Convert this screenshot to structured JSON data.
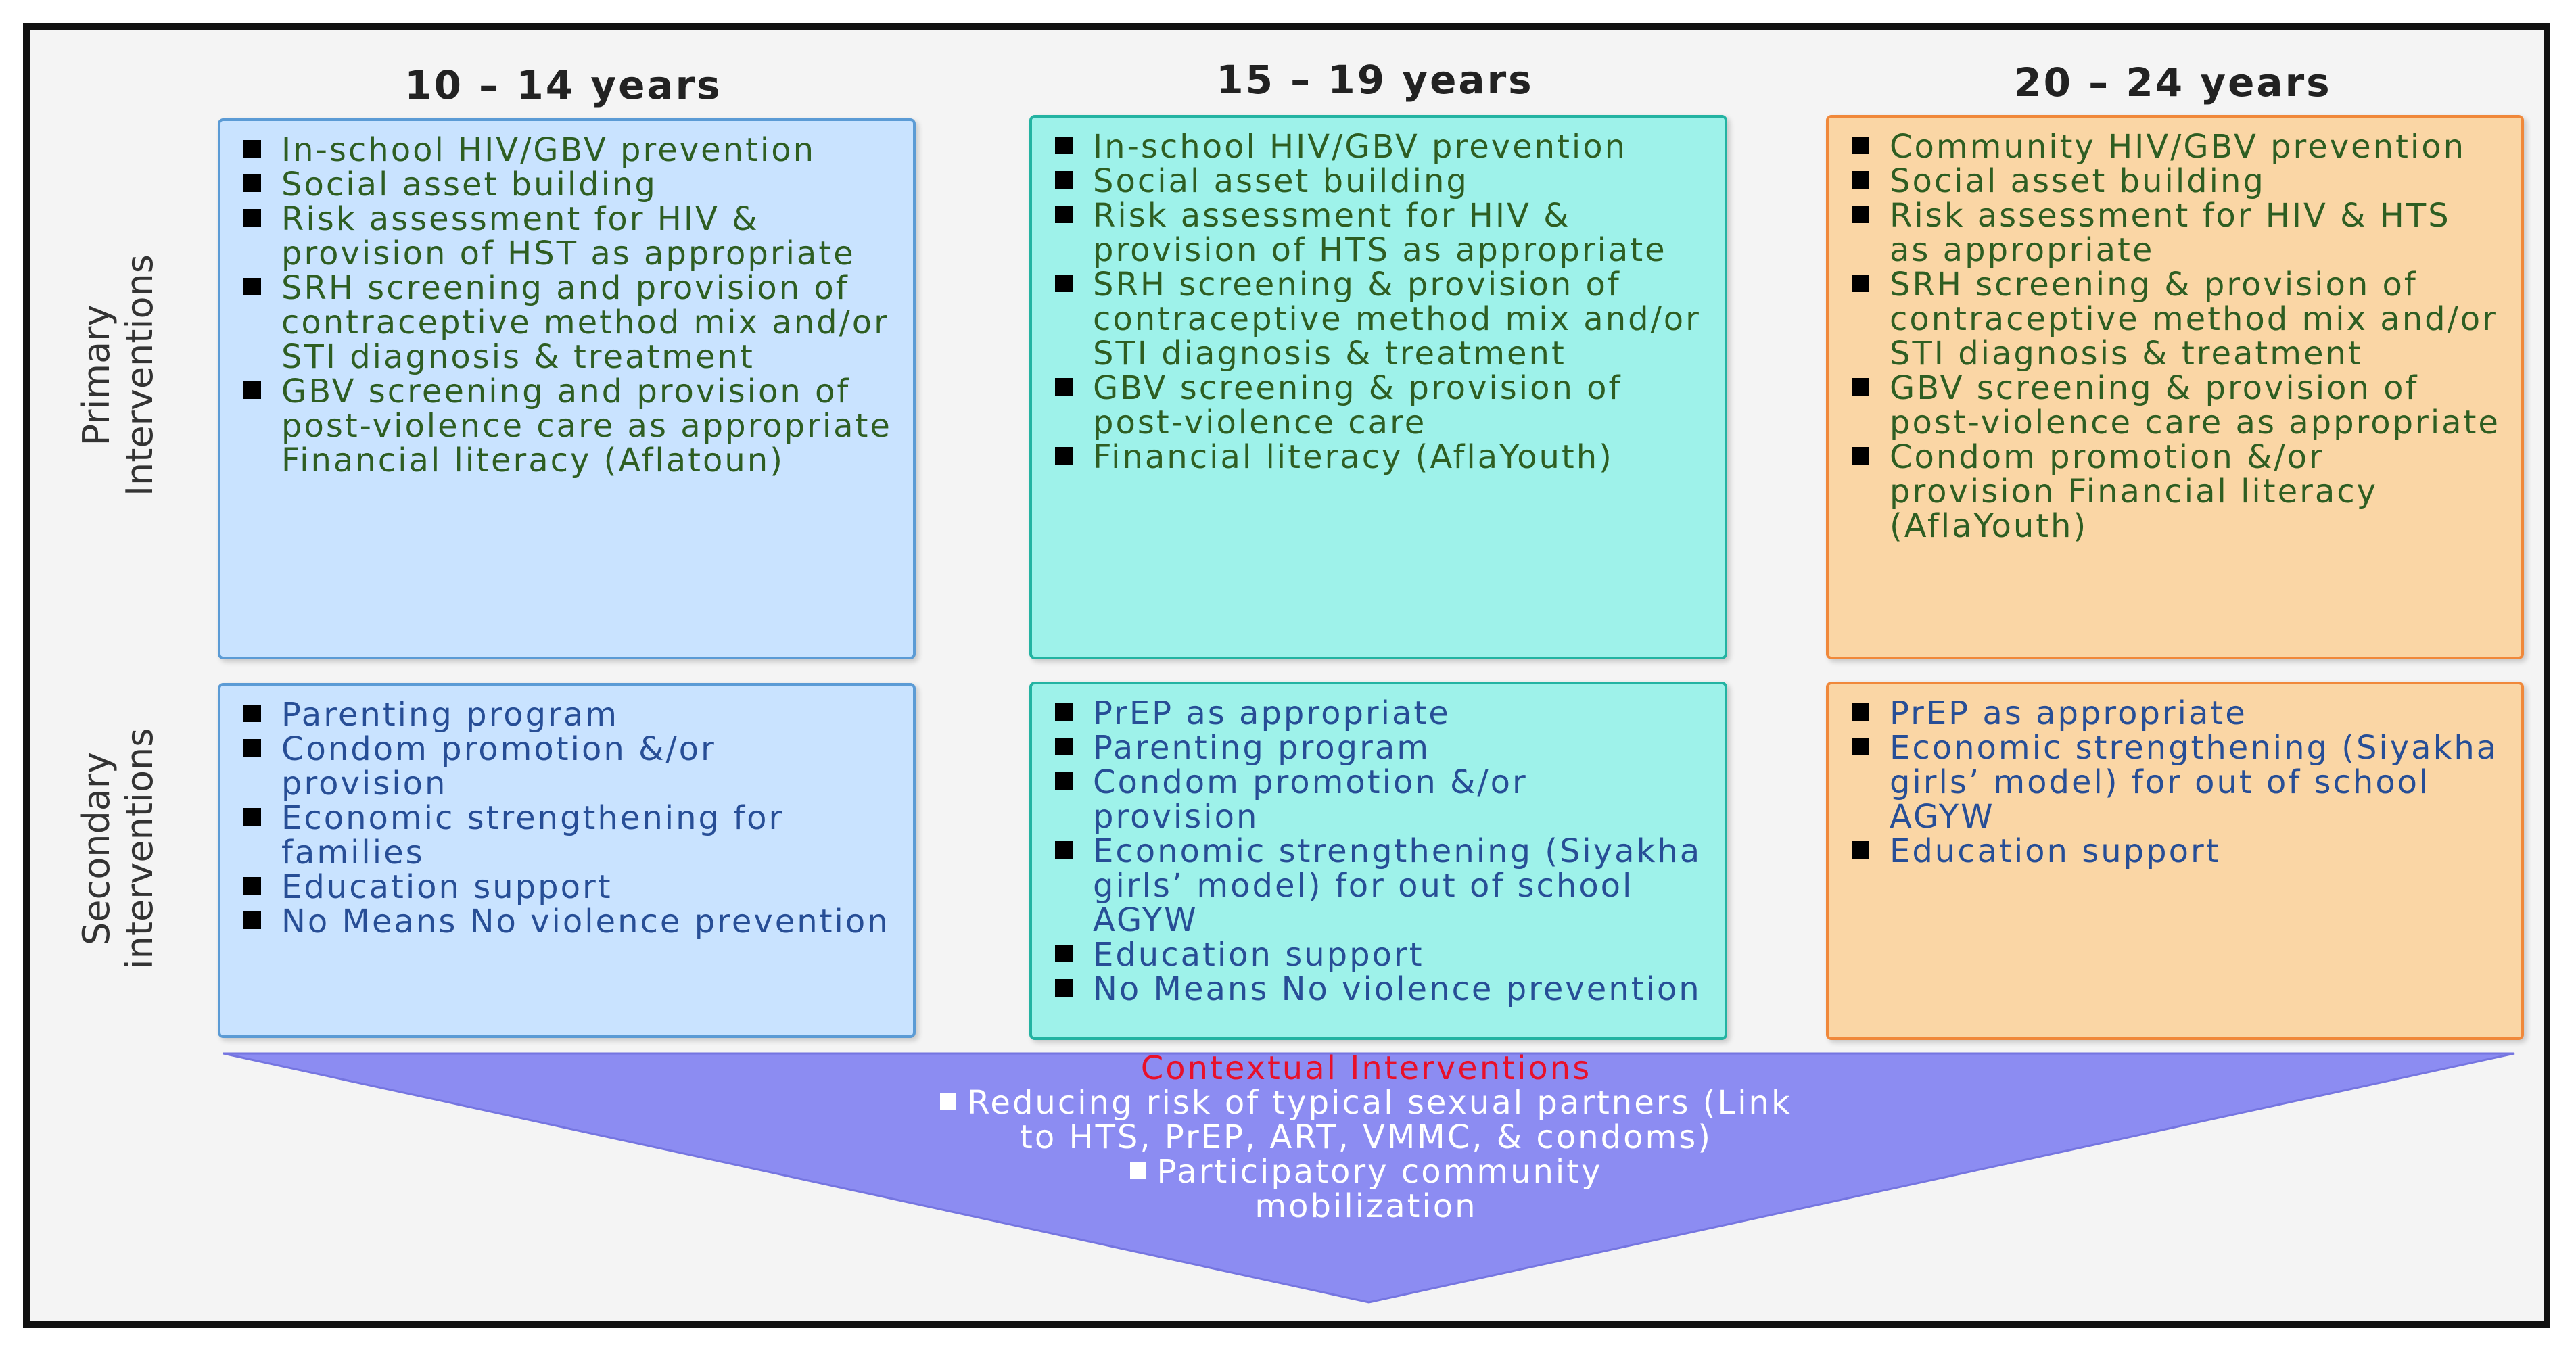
{
  "columns": [
    {
      "header": "10 – 14 years"
    },
    {
      "header": "15 – 19 years"
    },
    {
      "header": "20 – 24 years"
    }
  ],
  "row_labels": {
    "primary": [
      "Primary",
      "Interventions"
    ],
    "secondary": [
      "Secondary",
      "interventions"
    ]
  },
  "primary": [
    {
      "items": [
        "In-school HIV/GBV prevention",
        "Social asset building",
        "Risk assessment for HIV & provision of HST as appropriate",
        "SRH screening and provision of contraceptive method mix and/or STI diagnosis & treatment",
        "GBV screening and provision of post-violence care as appropriate Financial literacy (Aflatoun)"
      ]
    },
    {
      "items": [
        "In-school HIV/GBV prevention",
        "Social asset building",
        "Risk assessment for HIV & provision of HTS as appropriate",
        "SRH screening & provision of contraceptive method mix and/or STI diagnosis & treatment",
        "GBV screening & provision of post-violence care",
        "Financial literacy (AflaYouth)"
      ]
    },
    {
      "items": [
        "Community HIV/GBV prevention",
        "Social asset building",
        "Risk assessment for HIV & HTS as appropriate",
        "SRH screening & provision of contraceptive method mix and/or STI diagnosis & treatment",
        "GBV screening & provision of post-violence care as appropriate",
        "Condom promotion &/or provision Financial literacy (AflaYouth)"
      ]
    }
  ],
  "secondary": [
    {
      "items": [
        "Parenting program",
        "Condom promotion &/or provision",
        "Economic strengthening for families",
        "Education support",
        "No Means No violence prevention"
      ]
    },
    {
      "items": [
        "PrEP as appropriate",
        "Parenting program",
        "Condom promotion &/or provision",
        "Economic strengthening (Siyakha girls’ model) for out of school AGYW",
        "Education support",
        "No Means No violence prevention"
      ]
    },
    {
      "items": [
        "PrEP as appropriate",
        "Economic strengthening (Siyakha girls’ model) for out of school AGYW",
        "Education support"
      ]
    }
  ],
  "contextual": {
    "title": "Contextual Interventions",
    "items": [
      "Reducing risk of typical sexual partners (Link to HTS, PrEP, ART, VMMC, & condoms)",
      "Participatory community mobilization"
    ]
  },
  "colors": {
    "col1_fill": "#c9e3ff",
    "col2_fill": "#9ef2ea",
    "col3_fill": "#fad6a5",
    "contextual_fill": "#8c8cf2",
    "contextual_title": "#e8102a",
    "primary_text": "#2e5e22",
    "secondary_text": "#274e96"
  }
}
